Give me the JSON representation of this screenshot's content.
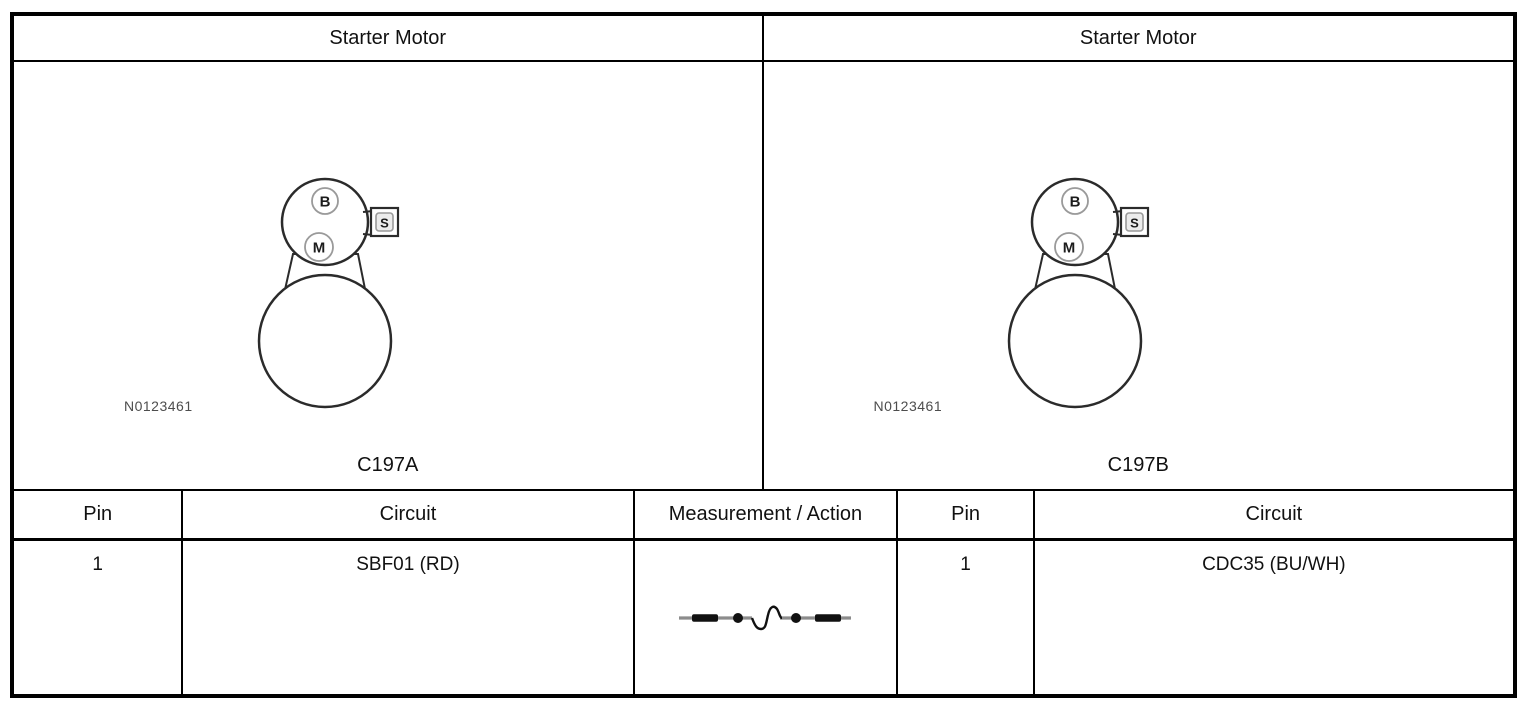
{
  "panels": [
    {
      "title": "Starter Motor",
      "connector_label": "C197A",
      "figure_number": "N0123461",
      "terminal_b": "B",
      "terminal_m": "M",
      "terminal_s": "S"
    },
    {
      "title": "Starter Motor",
      "connector_label": "C197B",
      "figure_number": "N0123461",
      "terminal_b": "B",
      "terminal_m": "M",
      "terminal_s": "S"
    }
  ],
  "pin_table": {
    "col_headers": [
      "Pin",
      "Circuit",
      "Measurement / Action",
      "Pin",
      "Circuit"
    ],
    "rows": [
      {
        "left_pin": "1",
        "left_circuit": "SBF01 (RD)",
        "measurement_action_icon": "resistance-measurement-icon",
        "right_pin": "1",
        "right_circuit": "CDC35 (BU/WH)"
      }
    ]
  },
  "colors": {
    "frame_border": "#000000",
    "diagram_stroke": "#2b2b2b",
    "terminal_ring": "#9a9a9a",
    "figure_text": "#4d4d4d",
    "wire_gray": "#8c8c8c",
    "wire_black": "#111111",
    "background": "#ffffff"
  }
}
